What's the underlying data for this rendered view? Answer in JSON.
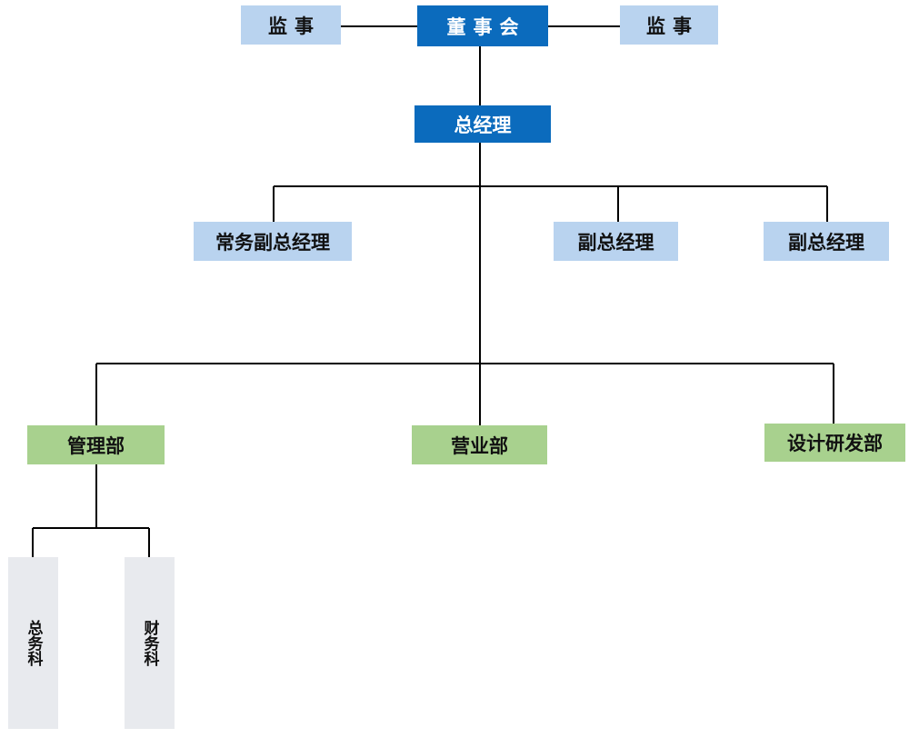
{
  "org_chart": {
    "board": "董事会",
    "supervisor_left": "监事",
    "supervisor_right": "监事",
    "general_manager": "总经理",
    "executive_vice_gm": "常务副总经理",
    "vice_gm_1": "副总经理",
    "vice_gm_2": "副总经理",
    "dept_management": "管理部",
    "dept_sales": "营业部",
    "dept_rnd": "设计研发部",
    "section_general_affairs": "总务科",
    "section_finance": "财务科"
  },
  "colors": {
    "top_level": "#0b6bbd",
    "supervisor_and_vice": "#b9d3ef",
    "departments": "#a8d18e",
    "sections": "#e8eaee",
    "connector": "#000000"
  }
}
